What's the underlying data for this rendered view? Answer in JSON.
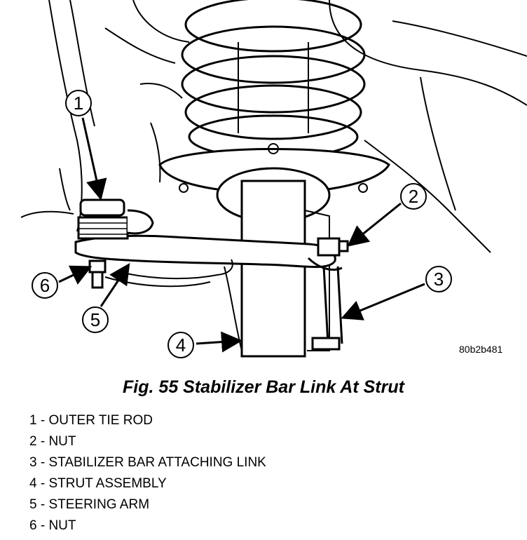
{
  "figure": {
    "id_label": "80b2b481",
    "caption": "Fig. 55 Stabilizer Bar Link At Strut"
  },
  "callouts": [
    {
      "number": "1"
    },
    {
      "number": "2"
    },
    {
      "number": "3"
    },
    {
      "number": "4"
    },
    {
      "number": "5"
    },
    {
      "number": "6"
    }
  ],
  "legend": [
    "1 - OUTER TIE ROD",
    "2 - NUT",
    "3 - STABILIZER BAR ATTACHING LINK",
    "4 - STRUT ASSEMBLY",
    "5 - STEERING ARM",
    "6 - NUT"
  ]
}
